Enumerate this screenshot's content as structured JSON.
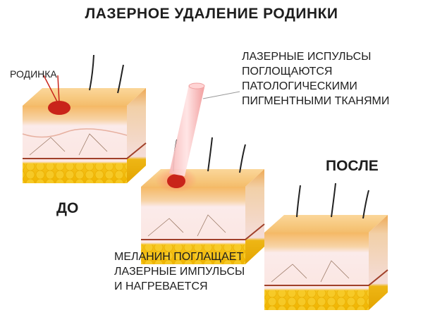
{
  "title": "ЛАЗЕРНОЕ УДАЛЕНИЕ РОДИНКИ",
  "labels": {
    "mole": "РОДИНКА",
    "before": "ДО",
    "after": "ПОСЛЕ"
  },
  "laser_note": {
    "lines": [
      "ЛАЗЕРНЫЕ ИСПУЛЬСЫ",
      "ПОГЛОЩАЮТСЯ",
      "ПАТОЛОГИЧЕСКИМИ",
      "ПИГМЕНТНЫМИ ТКАНЯМИ"
    ]
  },
  "melanin_note": {
    "lines": [
      "МЕЛАНИН ПОГЛАЩАЕТ",
      "ЛАЗЕРНЫЕ ИМПУЛЬСЫ",
      "И НАГРЕВАЕТСЯ"
    ]
  },
  "colors": {
    "epidermis_top": "#f7c77a",
    "epidermis_side": "#f3b566",
    "dermis": "#fbe6e2",
    "fat": "#f6c51a",
    "mole": "#c9241a",
    "laser": "#f29a9a",
    "text": "#1e1e1e"
  }
}
